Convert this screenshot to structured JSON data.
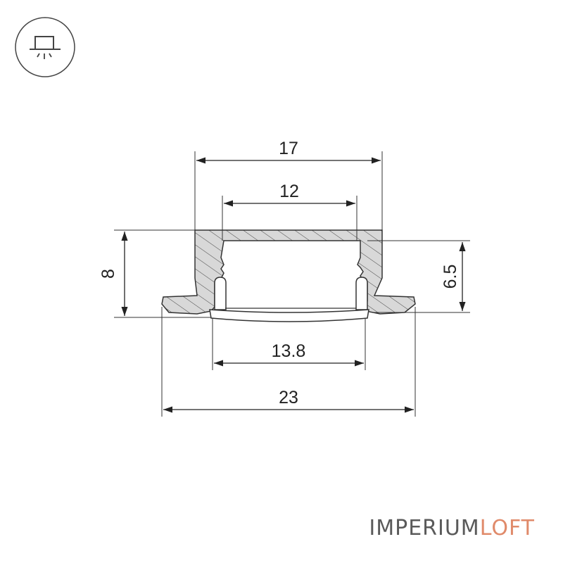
{
  "mount_icon": "recessed-mount-icon",
  "dimensions": {
    "outer_width": "17",
    "inner_width": "12",
    "height": "8",
    "inner_height": "6.5",
    "diffuser_width": "13.8",
    "flange_width": "23"
  },
  "brand": {
    "part1": "IMPERIUM",
    "part2": "LOFT"
  },
  "colors": {
    "line": "#222222",
    "profile_fill": "#d6d6d6",
    "brand_gray": "#5a5a5a",
    "brand_accent": "#e08a6a"
  }
}
